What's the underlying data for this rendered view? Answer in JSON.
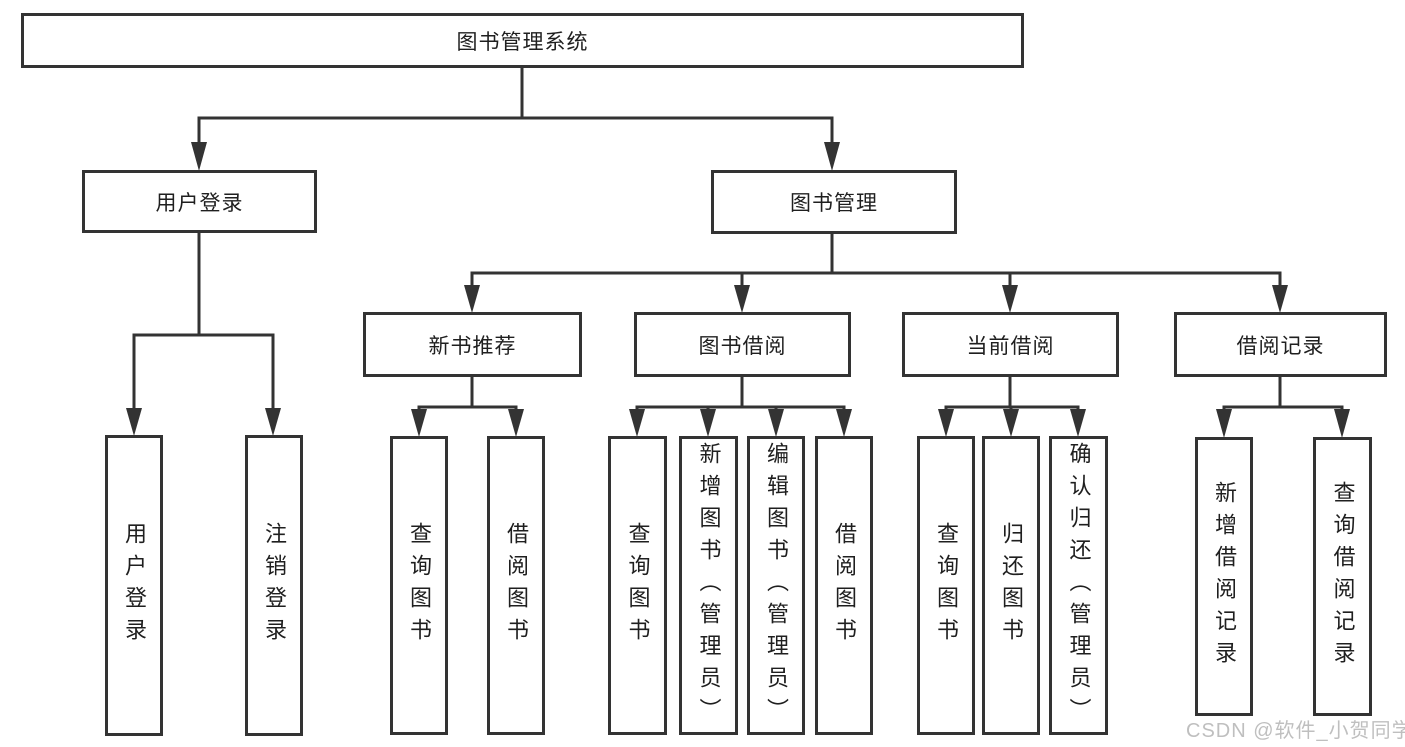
{
  "tree": {
    "root": {
      "label": "图书管理系统",
      "children": [
        {
          "label": "用户登录",
          "children": [
            {
              "label": "用户登录"
            },
            {
              "label": "注销登录"
            }
          ]
        },
        {
          "label": "图书管理",
          "children": [
            {
              "label": "新书推荐",
              "children": [
                {
                  "label": "查询图书"
                },
                {
                  "label": "借阅图书"
                }
              ]
            },
            {
              "label": "图书借阅",
              "children": [
                {
                  "label": "查询图书"
                },
                {
                  "label": "新增图书（管理员）"
                },
                {
                  "label": "编辑图书（管理员）"
                },
                {
                  "label": "借阅图书"
                }
              ]
            },
            {
              "label": "当前借阅",
              "children": [
                {
                  "label": "查询图书"
                },
                {
                  "label": "归还图书"
                },
                {
                  "label": "确认归还（管理员）"
                }
              ]
            },
            {
              "label": "借阅记录",
              "children": [
                {
                  "label": "新增借阅记录"
                },
                {
                  "label": "查询借阅记录"
                }
              ]
            }
          ]
        }
      ]
    }
  },
  "watermark": {
    "text": "CSDN @软件_小贺同学"
  },
  "colors": {
    "line": "#333333",
    "text": "#1f1f1f",
    "background": "#ffffff",
    "watermark": "#bfbfbf"
  }
}
